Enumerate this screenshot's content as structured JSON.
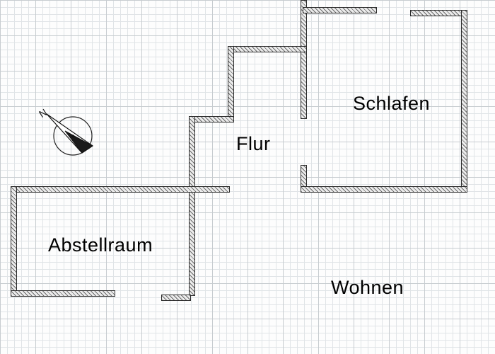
{
  "drawing": {
    "type": "floor-plan",
    "paper": "graph-paper"
  },
  "rooms": [
    {
      "id": "schlafen",
      "label": "Schlafen"
    },
    {
      "id": "flur",
      "label": "Flur"
    },
    {
      "id": "abstellraum",
      "label": "Abstellraum"
    },
    {
      "id": "wohnen",
      "label": "Wohnen"
    }
  ],
  "north_arrow": {
    "label": "N"
  },
  "colors": {
    "wall_fill": "#ececec",
    "wall_hatch": "#6a6a6a",
    "wall_stroke": "#2b2b2b",
    "grid_minor": "#e0e4e7",
    "grid_major": "#c7ccd0",
    "paper": "#fdfdfd",
    "label_color": "#000000"
  }
}
